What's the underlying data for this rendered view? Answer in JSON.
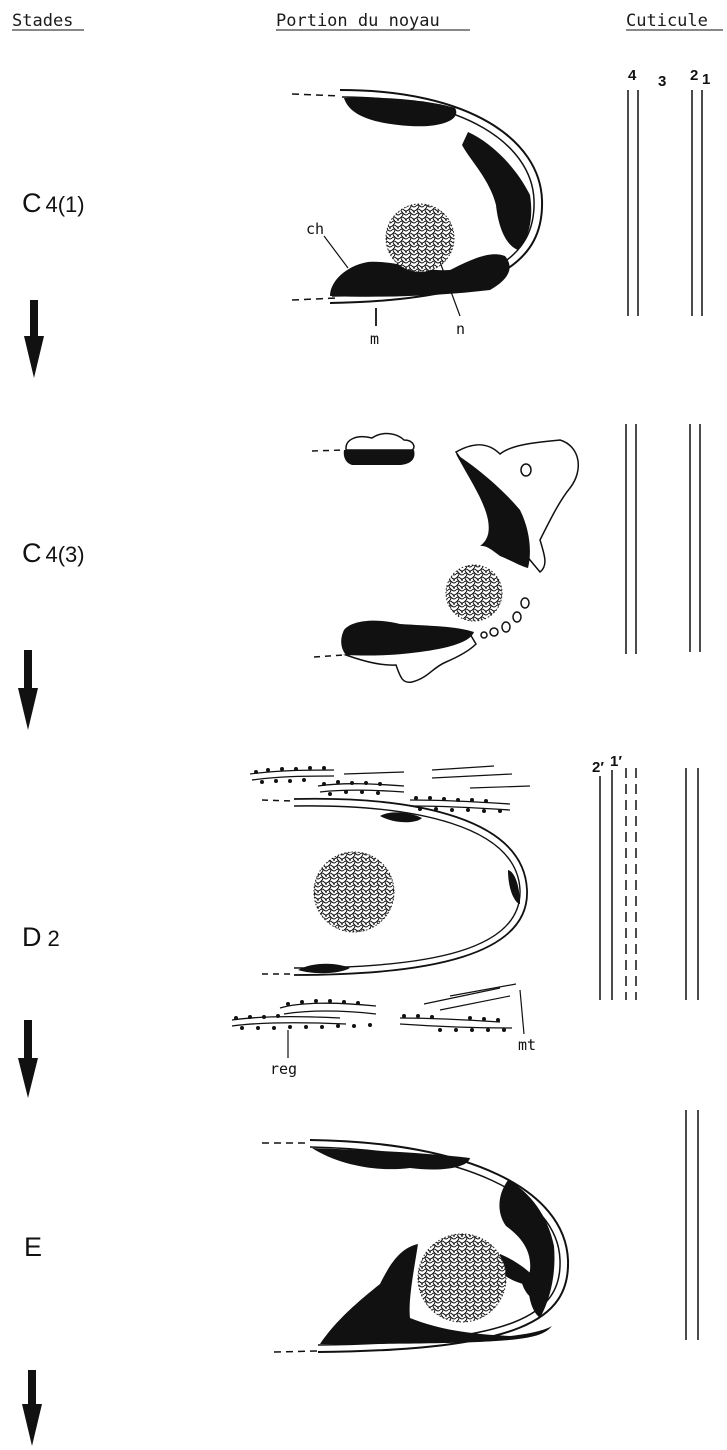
{
  "header": {
    "stades": "Stades",
    "portion": "Portion du noyau",
    "cuticule": "Cuticule"
  },
  "stages": [
    {
      "main": "C",
      "sub": "4(1)"
    },
    {
      "main": "C",
      "sub": "4(3)"
    },
    {
      "main": "D",
      "sub": "2"
    },
    {
      "main": "E",
      "sub": ""
    }
  ],
  "labels": {
    "ch": "ch",
    "m": "m",
    "n": "n",
    "reg": "reg",
    "mt": "mt"
  },
  "cuticle_labels": {
    "l4": "4",
    "l3": "3",
    "l2": "2",
    "l1": "1",
    "l2p": "2′",
    "l1p": "1′"
  },
  "colors": {
    "ink": "#111111"
  }
}
